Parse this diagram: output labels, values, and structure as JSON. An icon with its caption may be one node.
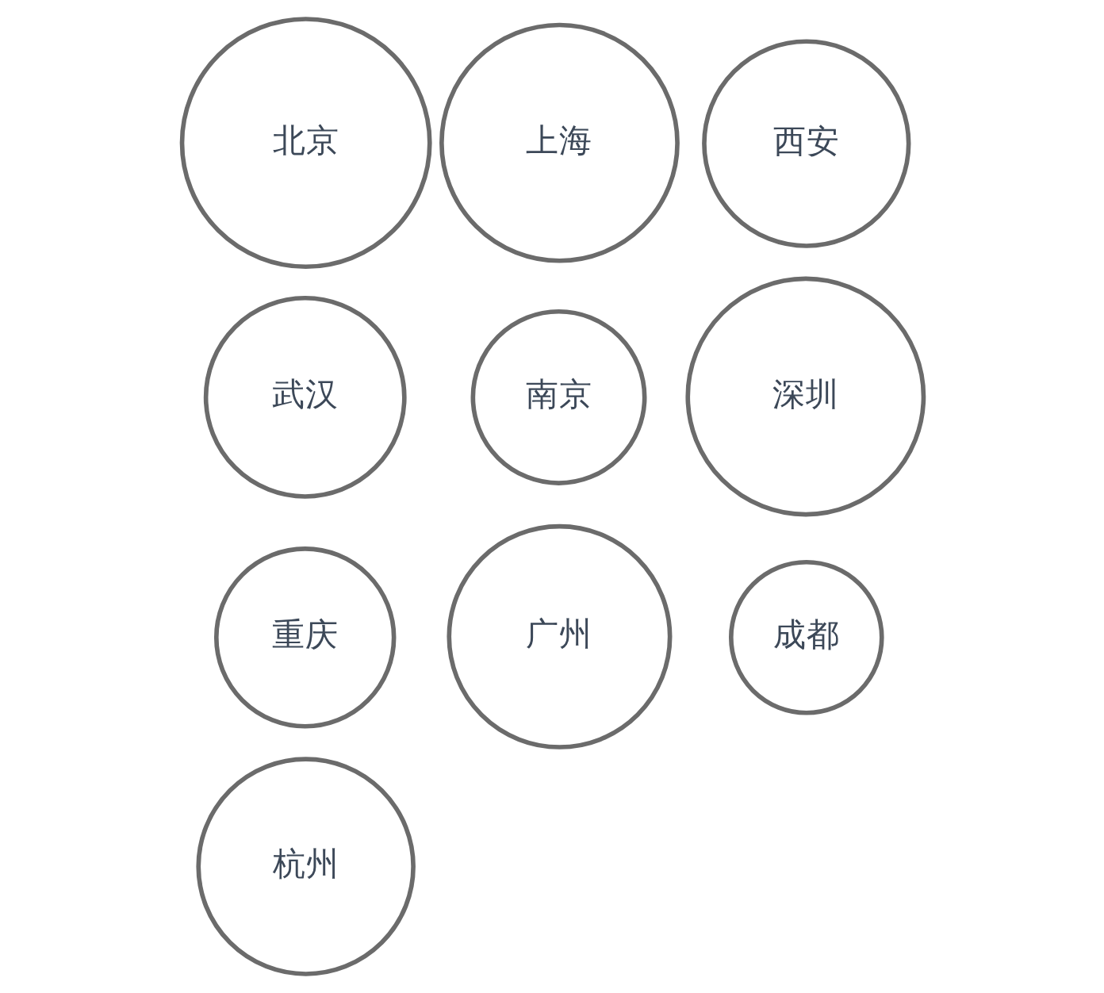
{
  "diagram": {
    "nodes": [
      {
        "text": [
          "北京"
        ]
      },
      {
        "text": [
          "上海"
        ]
      },
      {
        "text": [
          "西安"
        ]
      },
      {
        "text": [
          "武汉"
        ]
      },
      {
        "text": [
          "南京"
        ]
      },
      {
        "text": [
          "深圳"
        ]
      },
      {
        "text": [
          "重庆"
        ]
      },
      {
        "text": [
          "广州"
        ]
      },
      {
        "text": [
          "成都"
        ]
      },
      {
        "text": [
          "杭州"
        ]
      }
    ]
  }
}
